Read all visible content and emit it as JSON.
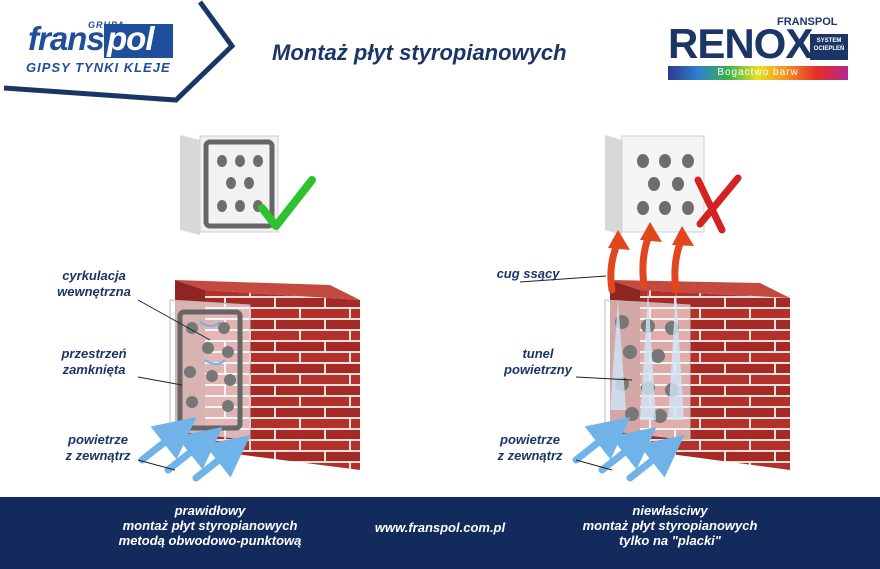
{
  "logo": {
    "grupa": "GRUPA",
    "name_a": "frans",
    "name_b": "pol",
    "tagline": "GIPSY  TYNKI  KLEJE"
  },
  "title": "Montaż płyt styropianowych",
  "renox": {
    "brand_small": "FRANSPOL",
    "name": "RENOX",
    "system": "SYSTEM OCIEPLEŃ",
    "tagline": "Bogactwo barw"
  },
  "left_panel": {
    "label_circulation": "cyrkulacja\nwewnętrzna",
    "label_closed": "przestrzeń\nzamknięta",
    "label_air": "powietrze\nz zewnątrz",
    "caption": "prawidłowy\nmontaż płyt styropianowych\nmetodą obwodowo-punktową",
    "verdict_icon": "check-icon"
  },
  "right_panel": {
    "label_draft": "cug ssący",
    "label_tunnel": "tunel\npowietrzny",
    "label_air": "powietrze\nz zewnątrz",
    "caption": "niewłaściwy\nmontaż płyt styropianowych\ntylko na \"placki\"",
    "verdict_icon": "cross-icon"
  },
  "footer": {
    "url": "www.franspol.com.pl"
  },
  "colors": {
    "navy": "#132a5c",
    "brand_blue": "#1f4e9a",
    "brick": "#b3302b",
    "check": "#2fc22f",
    "cross": "#d42121",
    "air_blue": "#6fb3e8",
    "hot_air": "#e2461e"
  }
}
